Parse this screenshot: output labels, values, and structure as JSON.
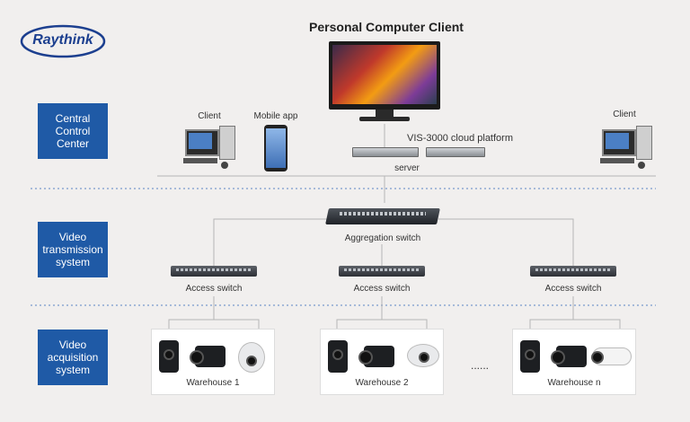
{
  "brand": {
    "logo_text": "Raythink"
  },
  "title": "Personal Computer Client",
  "layers": [
    {
      "label": "Central Control Center"
    },
    {
      "label": "Video transmission system"
    },
    {
      "label": "Video acquisition system"
    }
  ],
  "nodes": {
    "client_left": "Client",
    "mobile_app": "Mobile app",
    "cloud_platform": "VIS-3000 cloud platform",
    "server": "server",
    "client_right": "Client",
    "aggregation_switch": "Aggregation switch",
    "access_switch_1": "Access switch",
    "access_switch_2": "Access switch",
    "access_switch_3": "Access switch",
    "warehouse_1": "Warehouse 1",
    "warehouse_2": "Warehouse 2",
    "warehouse_n": "Warehouse n",
    "ellipsis": "......"
  },
  "colors": {
    "layer_box": "#1f5aa6",
    "background": "#f1efee",
    "divider": "#5b84c4",
    "line": "#b5b5b5"
  }
}
